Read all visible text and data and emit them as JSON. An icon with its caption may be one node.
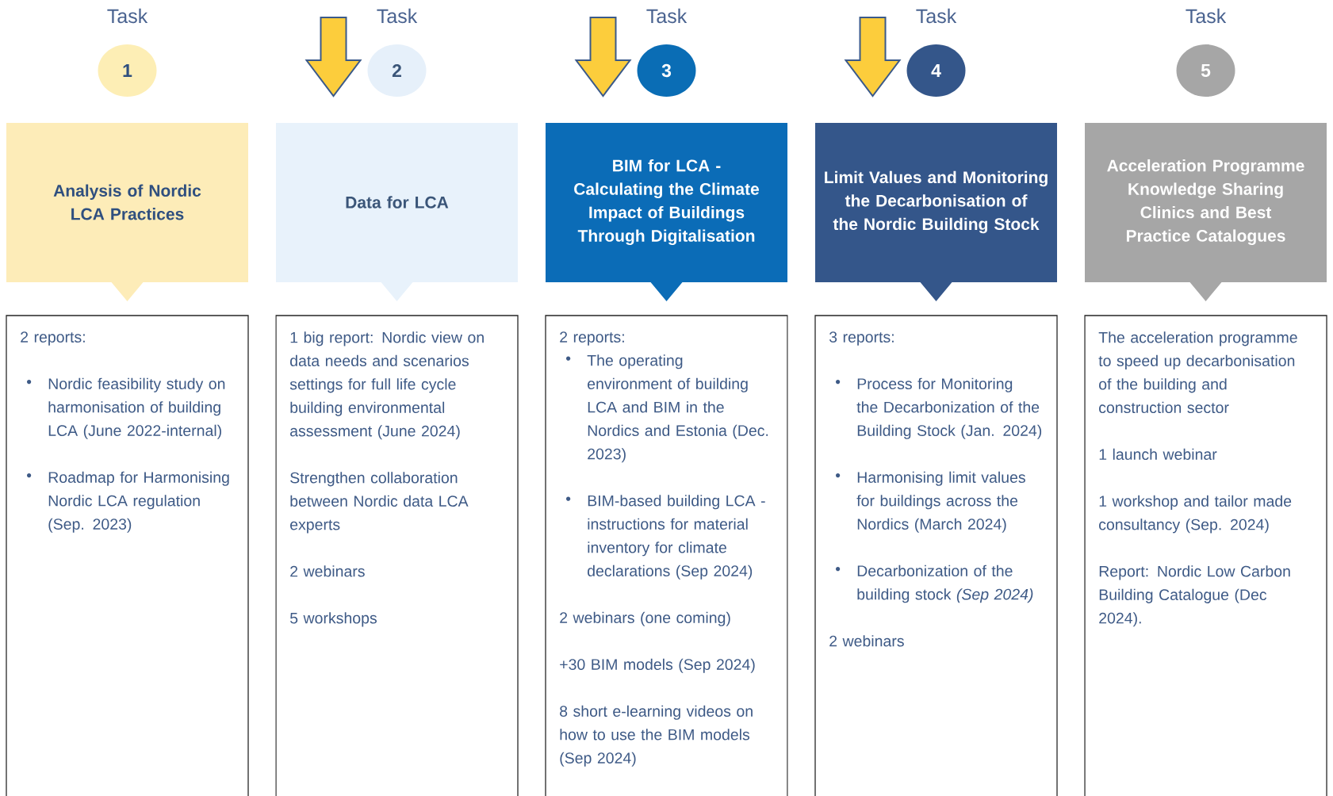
{
  "diagram": {
    "nodes": [
      {
        "text": [
          "1"
        ],
        "beside": [
          "Task"
        ]
      },
      {
        "text": [
          "Analysis of Nordic LCA Practices"
        ]
      },
      {
        "text": [
          "2 reports:",
          "Nordic feasibility study on harmonisation of building LCA (June 2022-internal)",
          "Roadmap for Harmonising Nordic LCA regulation (Sep. 2023)"
        ]
      },
      {
        "text": [
          "2"
        ],
        "beside": [
          "Task"
        ]
      },
      {
        "text": [
          "Data for LCA"
        ]
      },
      {
        "text": [
          "1 big report: Nordic view on data needs and scenarios settings for full life cycle building environmental assessment (June 2024)",
          "Strengthen collaboration between Nordic data LCA experts",
          "2 webinars",
          "5 workshops"
        ]
      },
      {
        "text": [
          "3"
        ],
        "beside": [
          "Task"
        ]
      },
      {
        "text": [
          "BIM for LCA - Calculating the Climate Impact of Buildings Through Digitalisation"
        ]
      },
      {
        "text": [
          "2 reports:",
          "The operating environment of building LCA and BIM in the Nordics and Estonia (Dec. 2023)",
          "BIM-based building LCA - instructions for material inventory for climate declarations (Sep 2024)",
          "2 webinars (one coming)",
          "+30 BIM models (Sep 2024)",
          "8 short e-learning videos on how to use the BIM models (Sep 2024)"
        ]
      },
      {
        "text": [
          "4"
        ],
        "beside": [
          "Task"
        ]
      },
      {
        "text": [
          "Limit Values and Monitoring the Decarbonisation of the Nordic Building Stock"
        ]
      },
      {
        "text": [
          "3 reports:",
          "Process for Monitoring the Decarbonization of the Building Stock (Jan. 2024)",
          "Harmonising limit values for buildings across the Nordics (March 2024)",
          "Decarbonization of the building stock *(Sep 2024)*",
          "2 webinars"
        ]
      },
      {
        "text": [
          "5"
        ],
        "beside": [
          "Task"
        ]
      },
      {
        "text": [
          "Acceleration Programme Knowledge Sharing Clinics and Best Practice Catalogues"
        ]
      },
      {
        "text": [
          "The acceleration programme to speed up decarbonisation of the building and construction sector",
          "1 launch webinar",
          "1 workshop and tailor made consultancy (Sep. 2024)",
          "Report: Nordic Low Carbon Building Catalogue (Dec 2024)."
        ]
      }
    ]
  }
}
